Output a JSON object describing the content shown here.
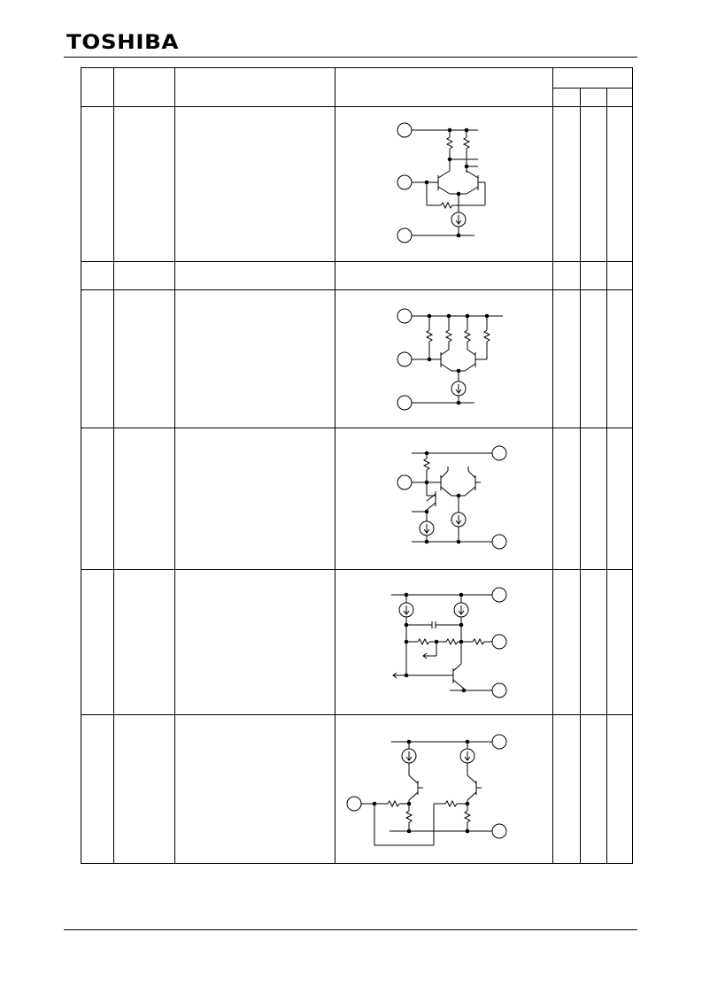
{
  "header": {
    "brand": "TOSHIBA"
  },
  "table": {
    "columns": [
      "",
      "",
      "",
      "",
      ""
    ],
    "rating_subcolumns": [
      "",
      "",
      ""
    ],
    "rows": [
      {
        "id": "row-1",
        "schematic": "diff-pair-resistor-loads-emitter-resistor"
      },
      {
        "id": "row-2",
        "schematic": "none"
      },
      {
        "id": "row-3",
        "schematic": "diff-pair-four-resistors"
      },
      {
        "id": "row-4",
        "schematic": "input-follower-diff-pair"
      },
      {
        "id": "row-5",
        "schematic": "current-sources-capacitor-output-stage"
      },
      {
        "id": "row-6",
        "schematic": "dual-follower-feedback"
      }
    ]
  }
}
